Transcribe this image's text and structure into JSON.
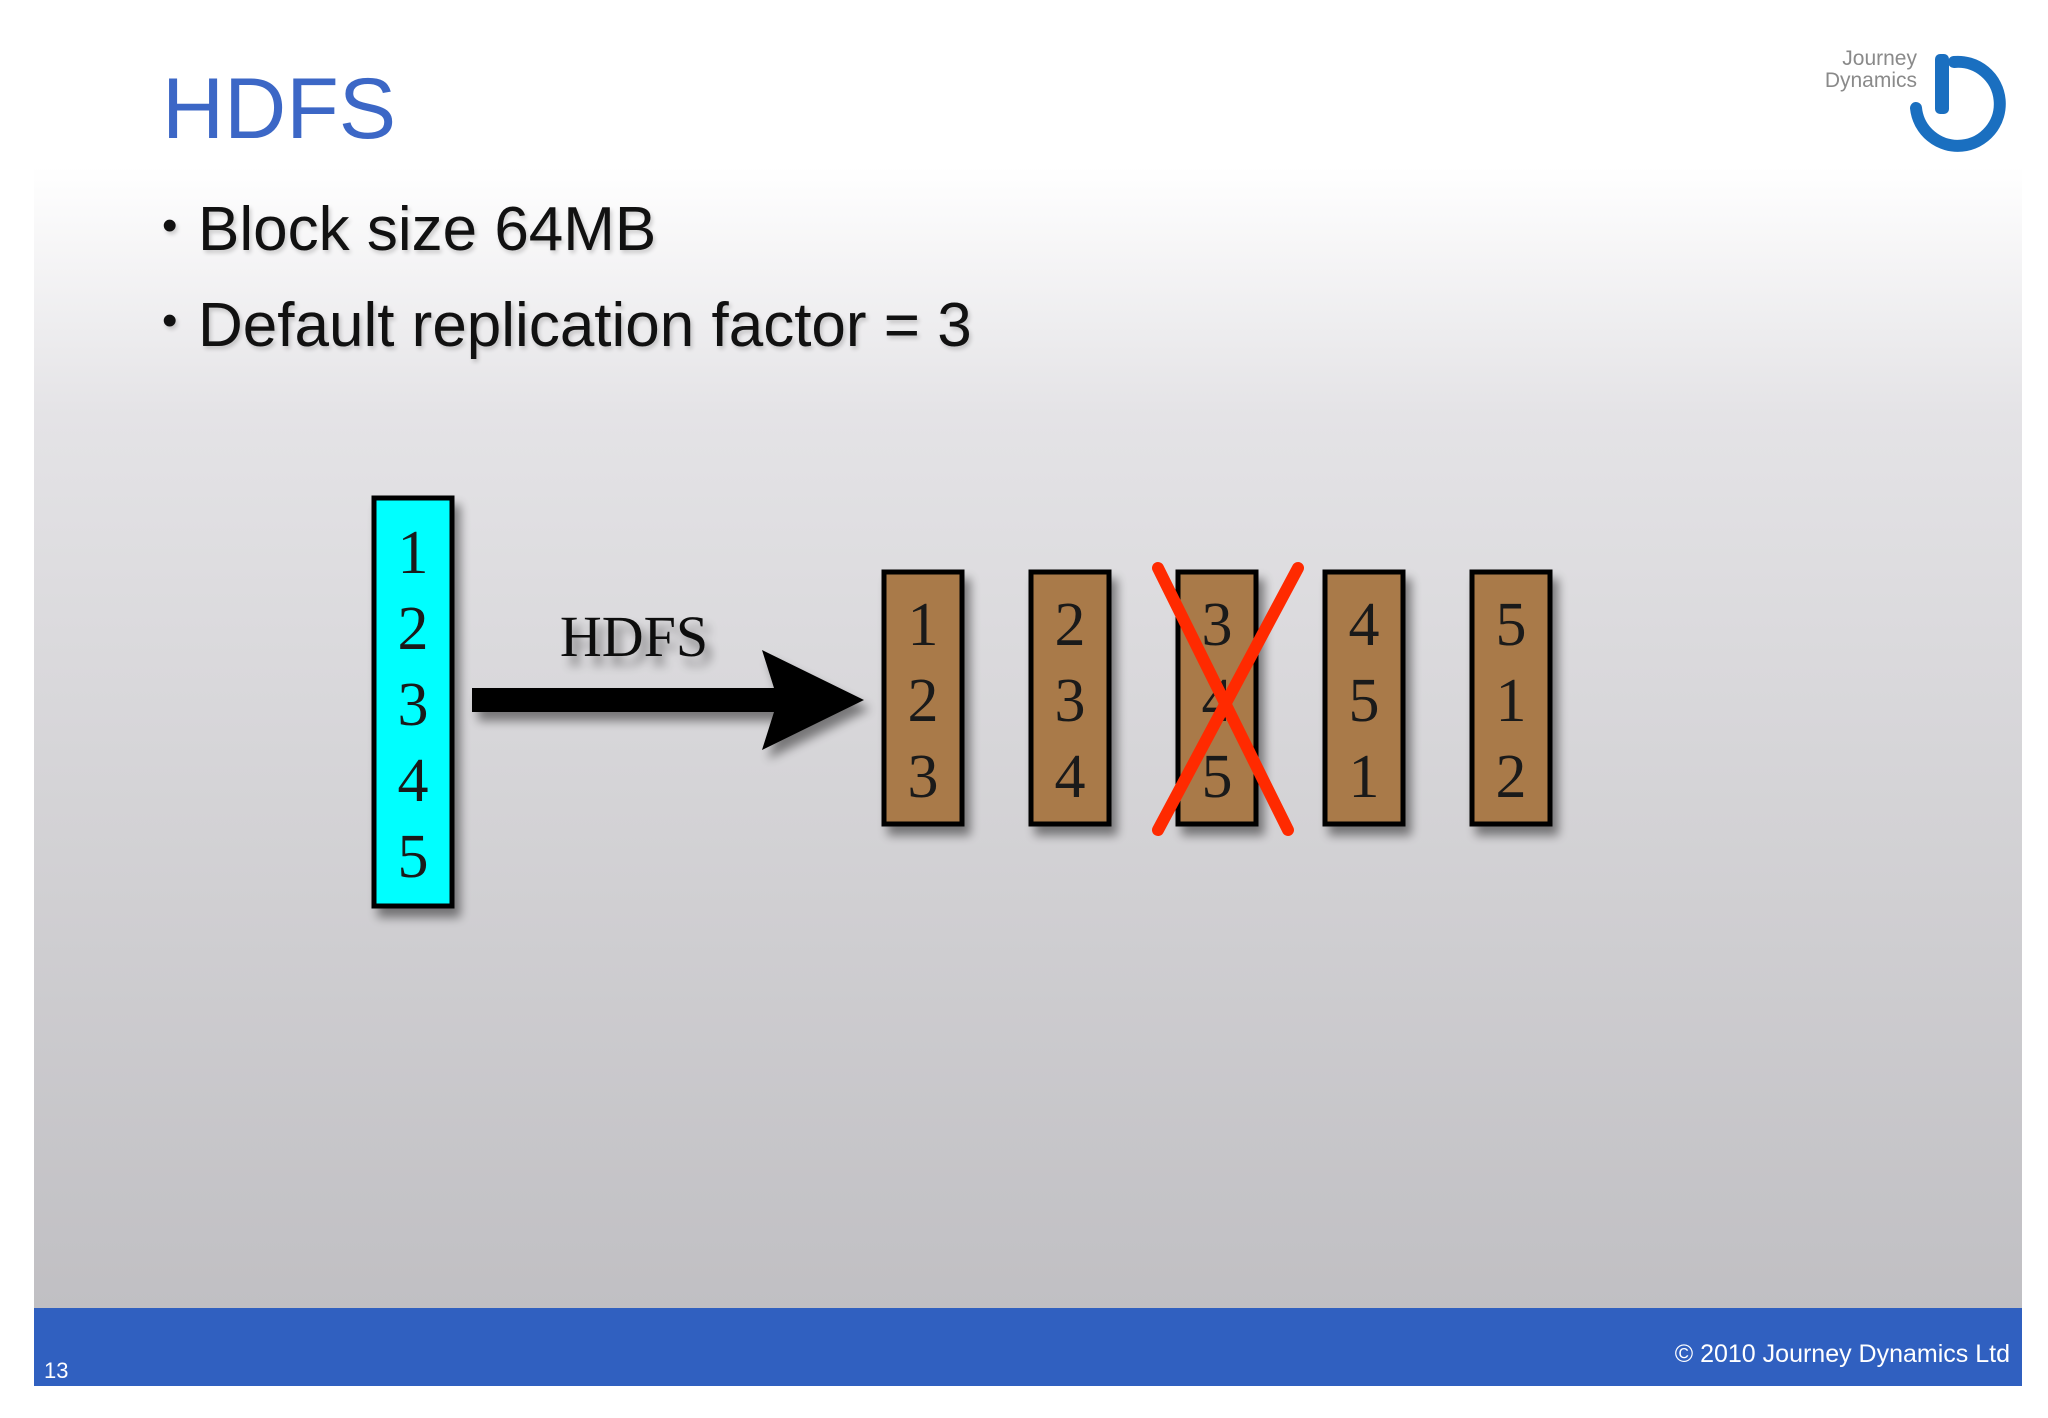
{
  "slide": {
    "title": "HDFS",
    "bullets": [
      "Block size 64MB",
      "Default replication factor = 3"
    ],
    "page_number": "13",
    "copyright": "© 2010 Journey Dynamics Ltd"
  },
  "logo": {
    "line1": "Journey",
    "line2": "Dynamics",
    "color": "#1a6fc0"
  },
  "diagram": {
    "arrow_label": "HDFS",
    "source_blocks": [
      "1",
      "2",
      "3",
      "4",
      "5"
    ],
    "nodes": [
      {
        "blocks": [
          "1",
          "2",
          "3"
        ],
        "failed": false
      },
      {
        "blocks": [
          "2",
          "3",
          "4"
        ],
        "failed": false
      },
      {
        "blocks": [
          "3",
          "4",
          "5"
        ],
        "failed": true
      },
      {
        "blocks": [
          "4",
          "5",
          "1"
        ],
        "failed": false
      },
      {
        "blocks": [
          "5",
          "1",
          "2"
        ],
        "failed": false
      }
    ],
    "colors": {
      "source_fill": "#00ffff",
      "node_fill": "#a97a48",
      "failed_mark": "#ff2a00",
      "footer": "#3060c0",
      "title": "#3c67c6"
    }
  }
}
